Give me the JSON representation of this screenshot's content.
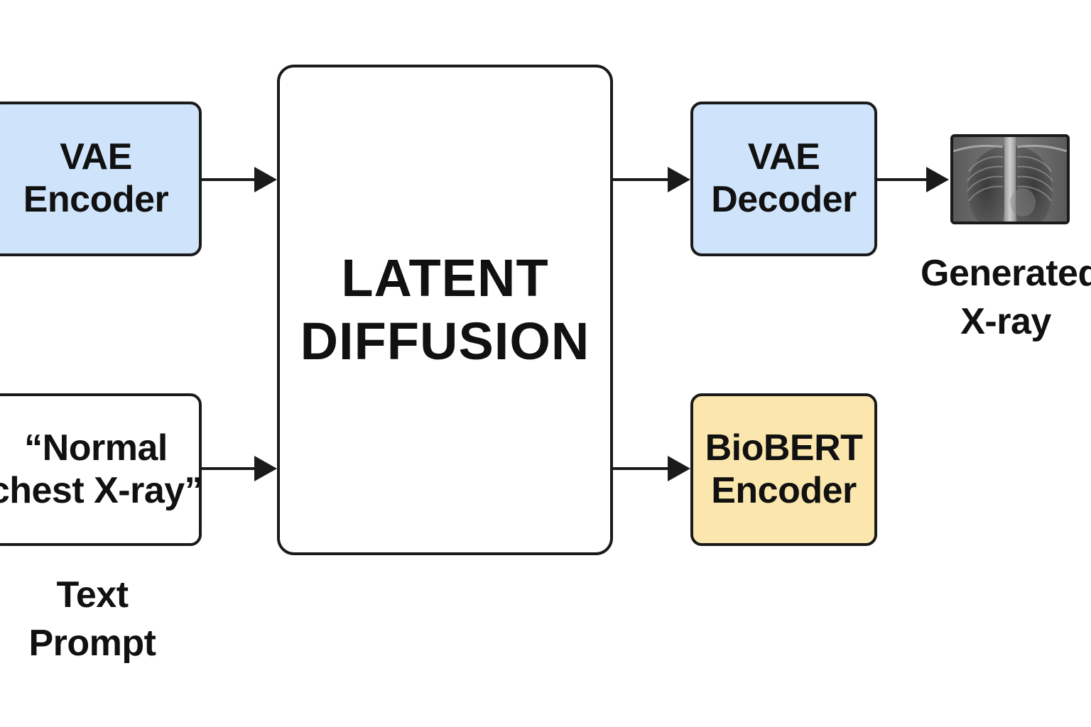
{
  "diagram": {
    "vae_encoder": {
      "lines": [
        "VAE",
        "Encoder"
      ],
      "fill": "#cfe4fb"
    },
    "text_prompt": {
      "lines": [
        "“Normal",
        "chest X-ray”"
      ],
      "fill": "#ffffff"
    },
    "latent_diffusion": {
      "lines": [
        "LATENT",
        "DIFFUSION"
      ],
      "fill": "#ffffff"
    },
    "vae_decoder": {
      "lines": [
        "VAE",
        "Decoder"
      ],
      "fill": "#cfe4fb"
    },
    "biobert_encoder": {
      "lines": [
        "BioBERT",
        "Encoder"
      ],
      "fill": "#fbe7ad"
    },
    "caption_text_prompt": {
      "lines": [
        "Text",
        "Prompt"
      ]
    },
    "caption_generated": {
      "lines": [
        "Generated",
        "X-ray"
      ]
    },
    "output_image": {
      "icon": "chest-xray-image"
    },
    "arrows": [
      {
        "from": "vae_encoder",
        "to": "latent_diffusion"
      },
      {
        "from": "text_prompt",
        "to": "latent_diffusion"
      },
      {
        "from": "latent_diffusion",
        "to": "vae_decoder"
      },
      {
        "from": "latent_diffusion",
        "to": "biobert_encoder"
      },
      {
        "from": "vae_decoder",
        "to": "output_image"
      }
    ],
    "colors": {
      "stroke": "#1a1a1a",
      "vae_fill": "#cfe4fb",
      "biobert_fill": "#fbe7ad",
      "background": "#ffffff"
    }
  }
}
